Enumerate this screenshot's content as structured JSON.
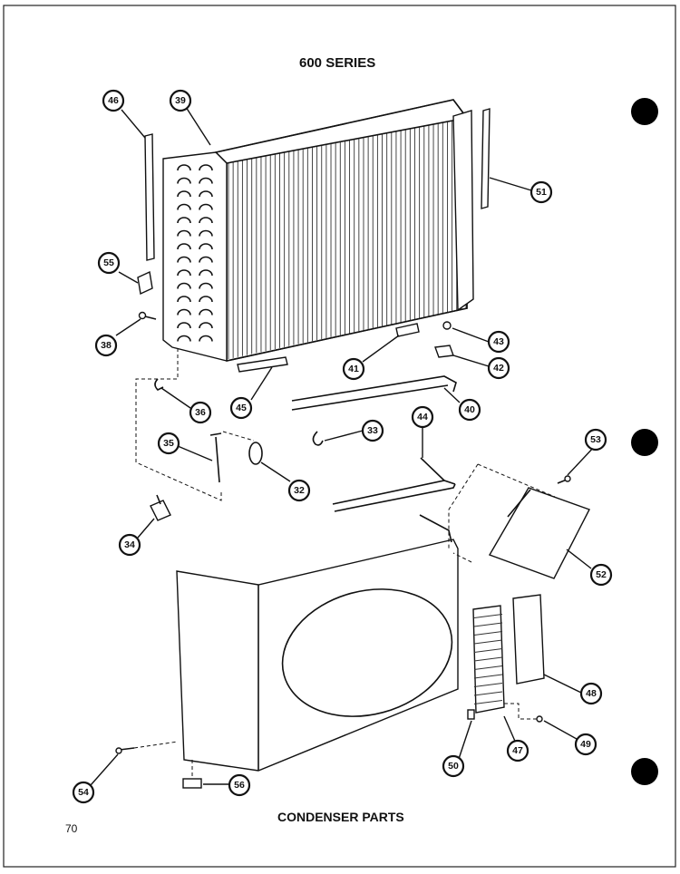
{
  "header": {
    "title": "600 SERIES"
  },
  "footer": {
    "caption": "CONDENSER PARTS",
    "page_number": "70"
  },
  "callouts": {
    "c46a": "46",
    "c39": "39",
    "c51": "51",
    "c55": "55",
    "c38": "38",
    "c43": "43",
    "c41": "41",
    "c42": "42",
    "c45": "45",
    "c40": "40",
    "c36": "36",
    "c33": "33",
    "c44": "44",
    "c35": "35",
    "c32": "32",
    "c53": "53",
    "c34": "34",
    "c52": "52",
    "c48": "48",
    "c49": "49",
    "c47": "47",
    "c50": "50",
    "c54": "54",
    "c56": "56"
  },
  "punch_holes": 3
}
